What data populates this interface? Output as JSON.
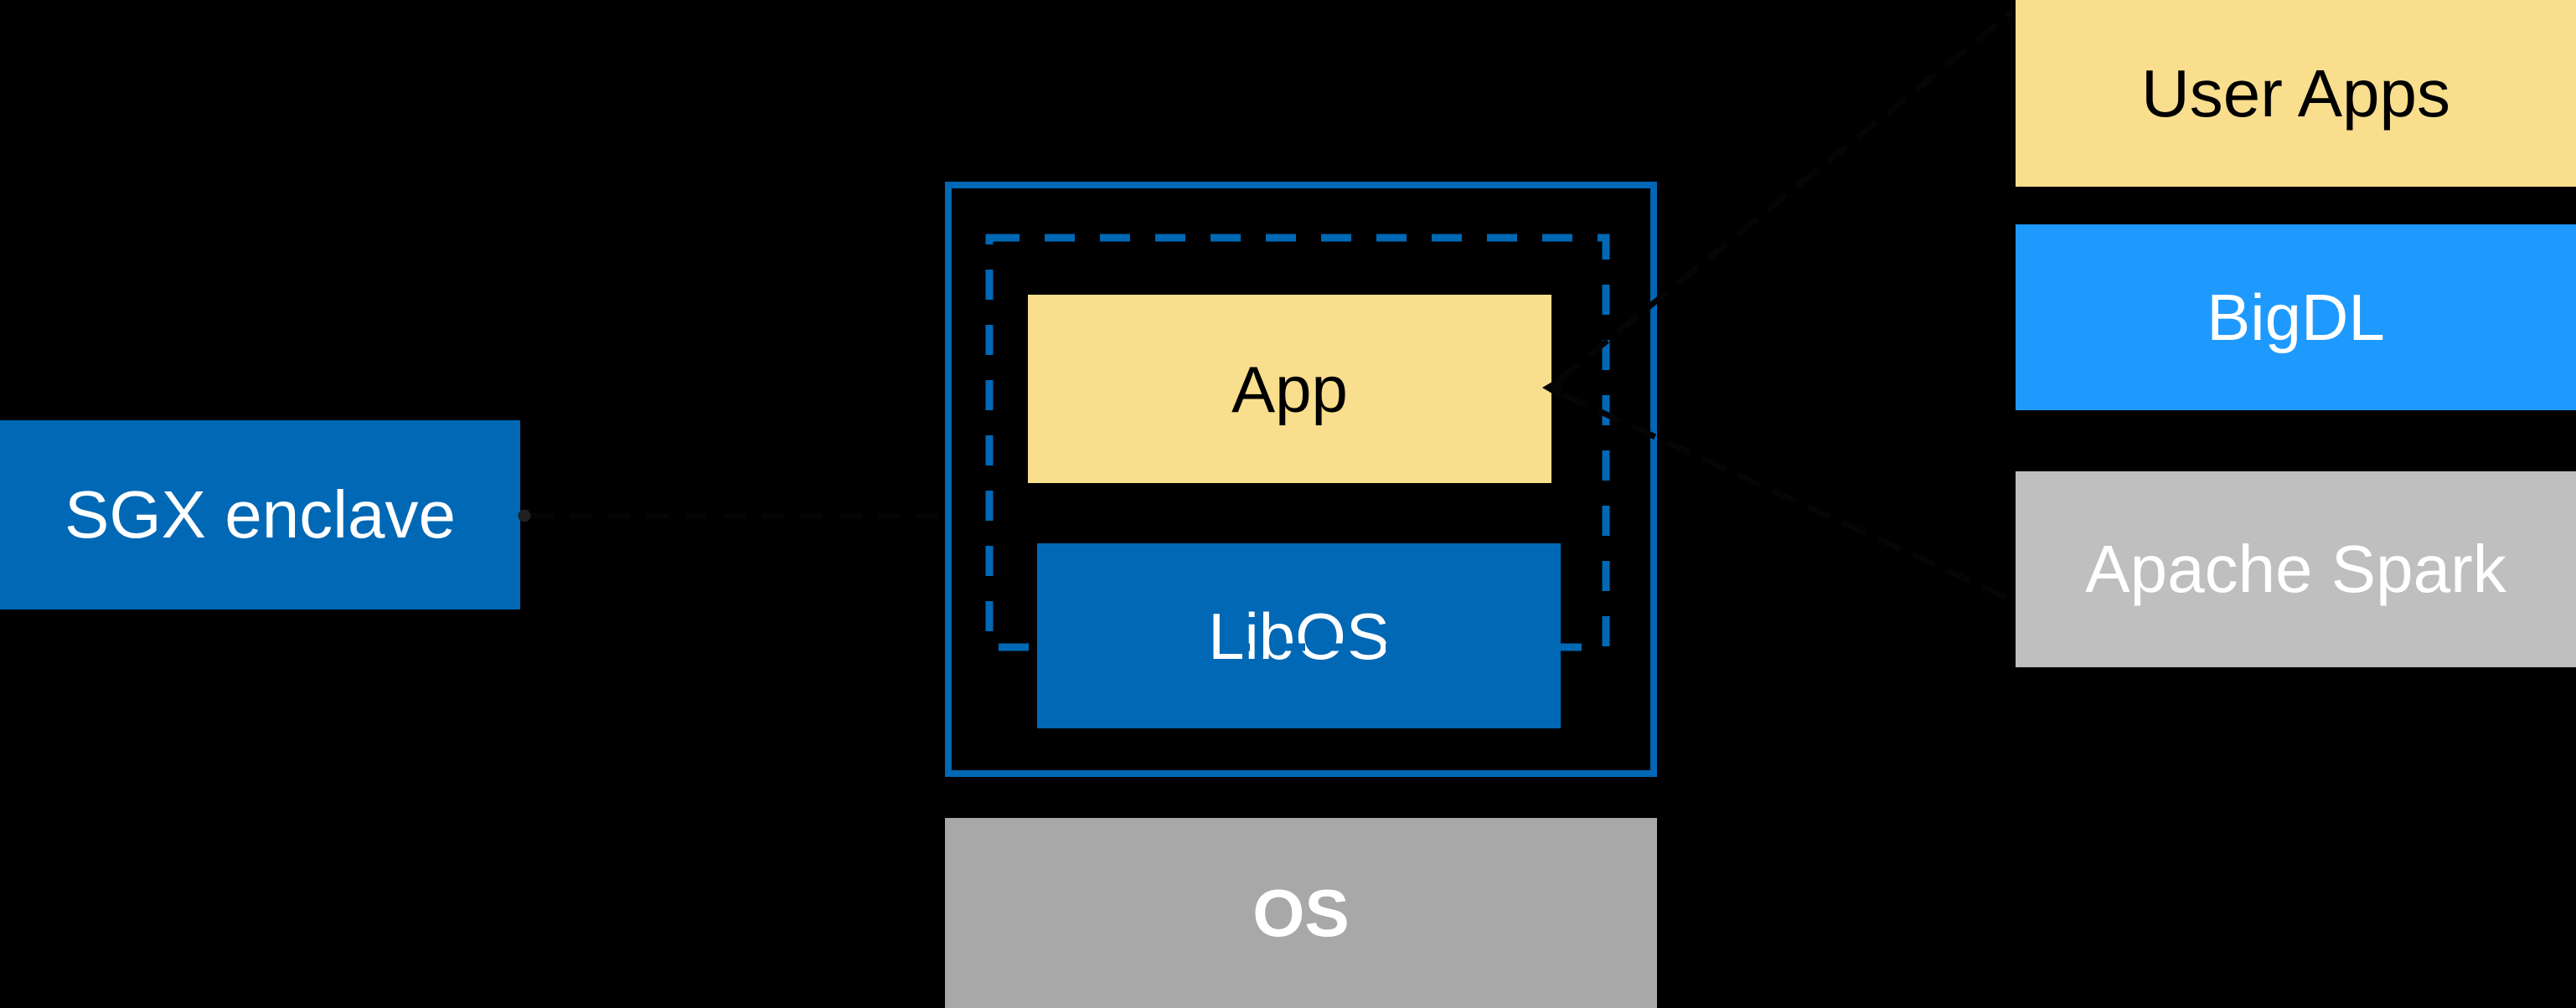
{
  "diagram": {
    "description": "SGX enclave LibOS architecture diagram",
    "sgx": {
      "label": "SGX enclave"
    },
    "enclave": {
      "app_label": "App",
      "libos_label": "LibOS"
    },
    "os_label": "OS",
    "stack": {
      "user_apps_label": "User Apps",
      "bigdl_label": "BigDL",
      "apache_spark_label": "Apache Spark"
    }
  },
  "colors": {
    "background": "#000000",
    "intel_blue": "#0068B5",
    "bright_blue": "#1E9AFF",
    "pale_yellow": "#F8DE8D",
    "light_gray": "#BFBFBF",
    "medium_gray": "#A8A8A8",
    "text_white": "#FFFFFF",
    "text_black": "#000000",
    "connector_black": "#050505",
    "connector_dot_gray": "#202020"
  }
}
